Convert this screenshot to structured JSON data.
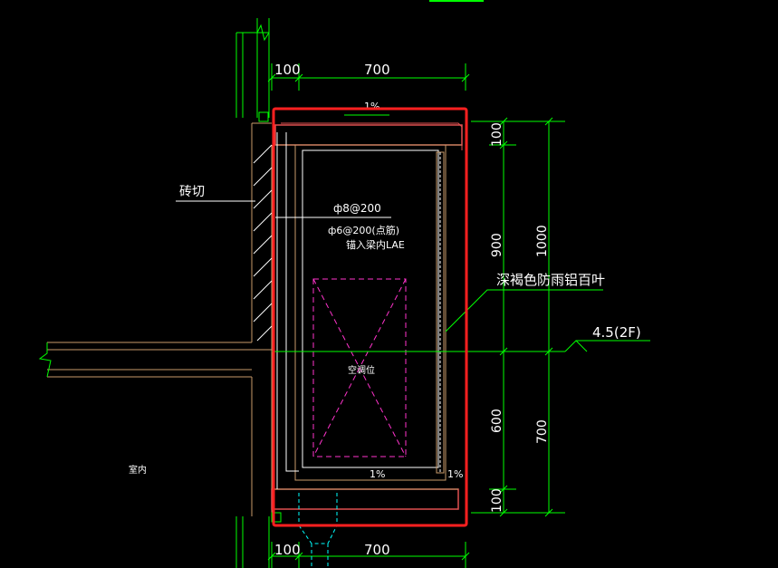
{
  "labels": {
    "brick": "砖切",
    "rebar_top": "ф8@200",
    "rebar_mid": "ф6@200(点筋)",
    "anchor": "锚入梁内LAE",
    "louver": "深褐色防雨铝百叶",
    "ac_pos": "空调位",
    "indoor": "室内",
    "level": "4.5(2F)"
  },
  "dims": {
    "top_left": "100",
    "top_main": "700",
    "bot_left": "100",
    "bot_main": "700",
    "slope_top": "1%",
    "slope_bot_mid": "1%",
    "slope_bot_right": "1%",
    "v_top": "100",
    "v_900": "900",
    "v_1000": "1000",
    "v_600": "600",
    "v_700": "700",
    "v_bot": "100"
  },
  "colors": {
    "background": "#000000",
    "dim_line": "#00ff00",
    "wall": "#c89a6a",
    "hatch": "#ffffff",
    "ac_box": "#ff33cc",
    "highlight": "#ff2020",
    "text": "#ffffff",
    "slab": "#e05050"
  }
}
